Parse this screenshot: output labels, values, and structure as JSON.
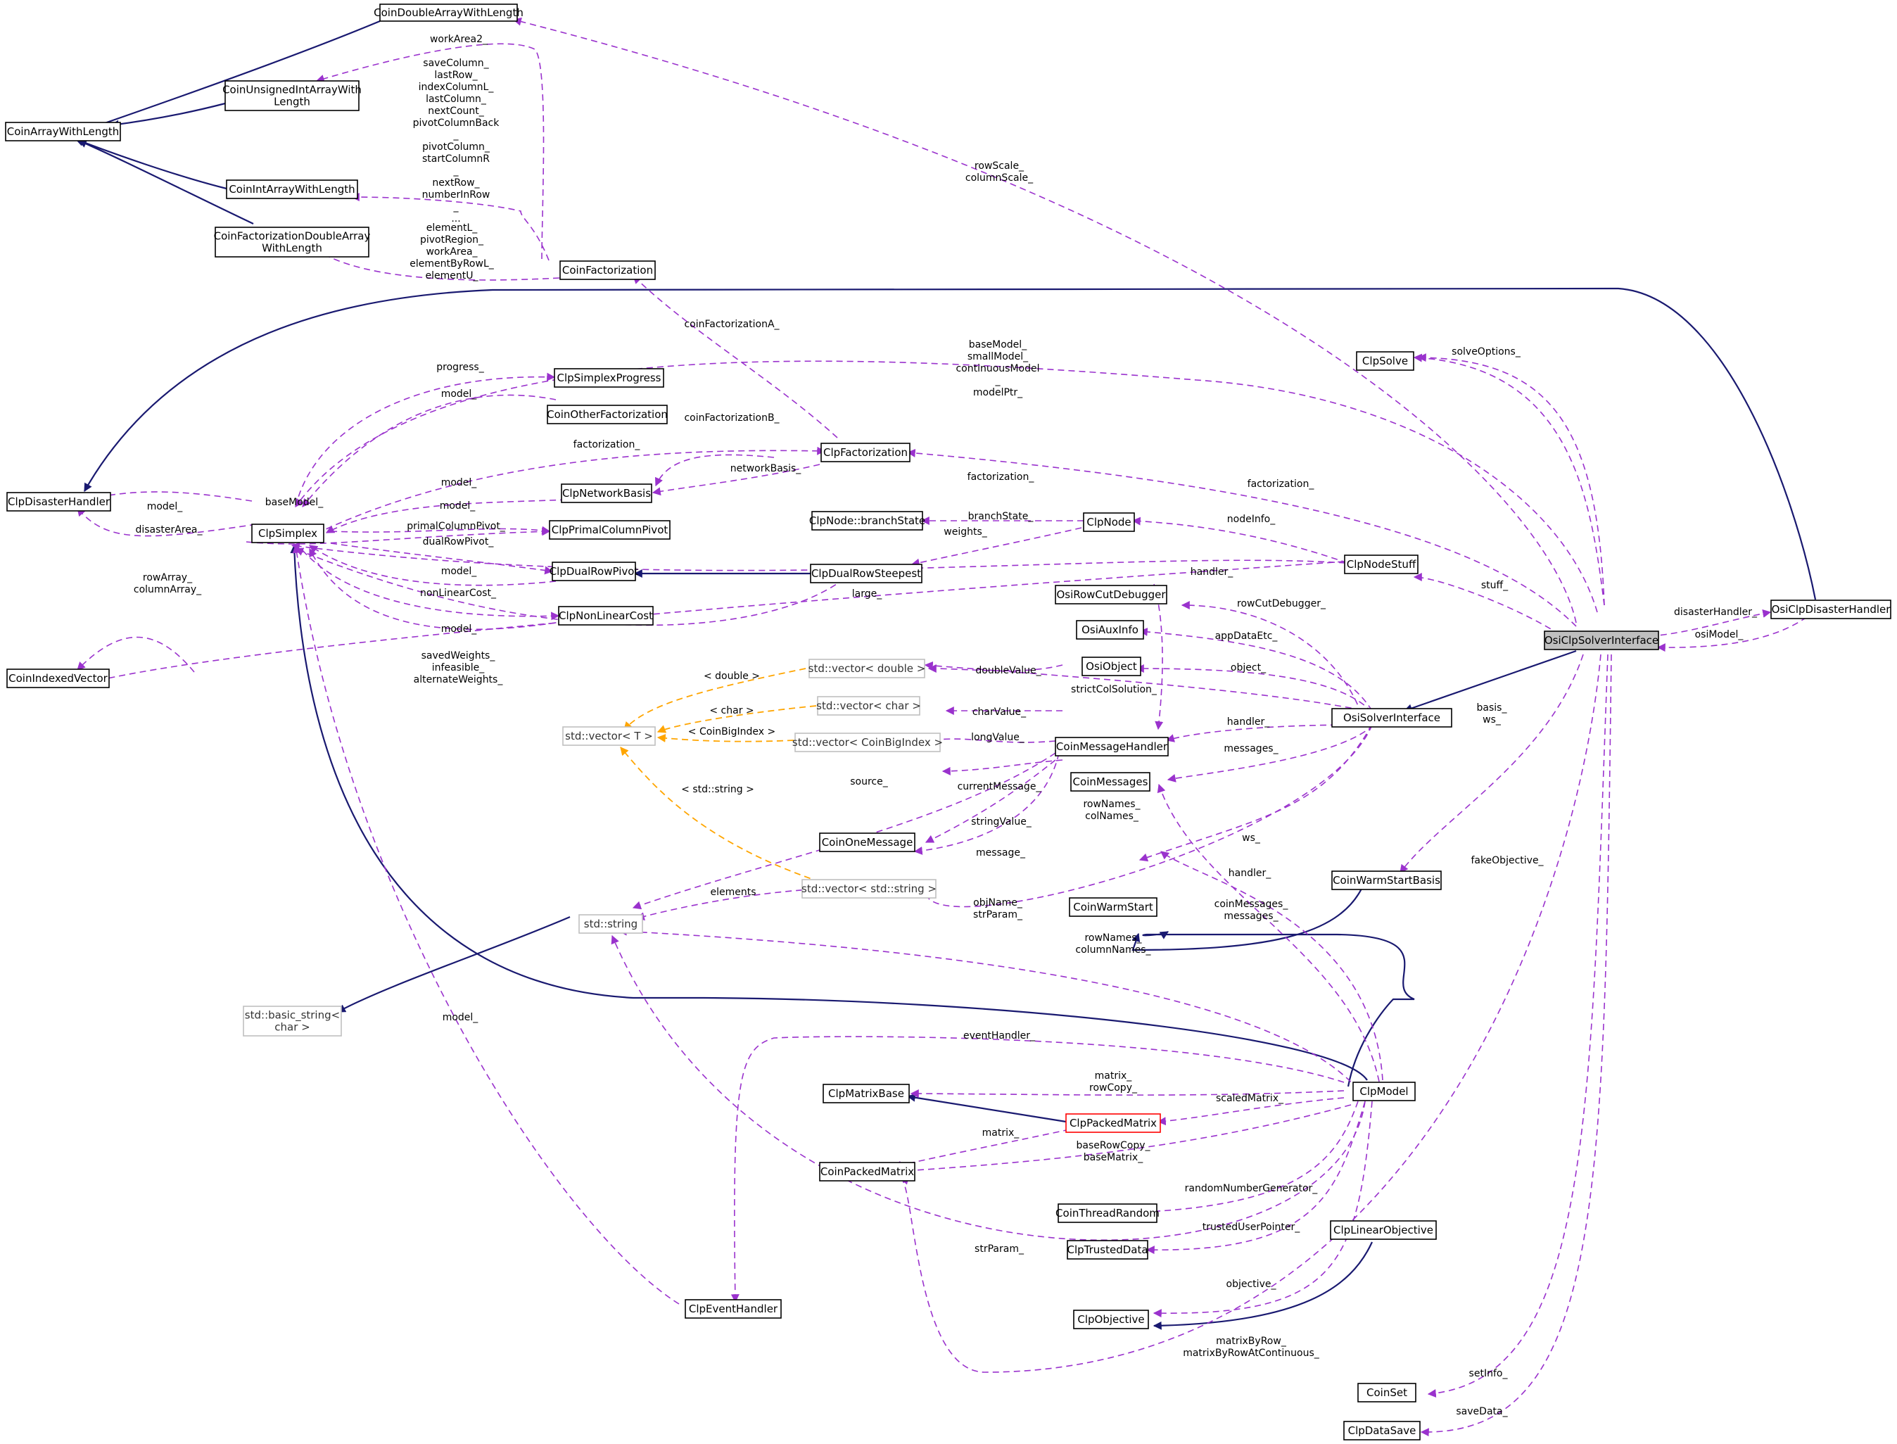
{
  "colors": {
    "inheritance": "#191970",
    "usage": "#9a32cd",
    "template": "#ffa500",
    "focus_fill": "#bfbfbf",
    "external_border": "#bfbfbf",
    "truncated_border": "#ff0000"
  },
  "nodes": {
    "coin_double_array_with_length": [
      "CoinDoubleArrayWithLength"
    ],
    "coin_unsigned_int_array_with_length": [
      "CoinUnsignedIntArrayWith",
      "Length"
    ],
    "coin_array_with_length": [
      "CoinArrayWithLength"
    ],
    "coin_int_array_with_length": [
      "CoinIntArrayWithLength"
    ],
    "coin_factorization_double_array_with_length": [
      "CoinFactorizationDoubleArray",
      "WithLength"
    ],
    "coin_factorization": [
      "CoinFactorization"
    ],
    "clp_solve": [
      "ClpSolve"
    ],
    "clp_simplex_progress": [
      "ClpSimplexProgress"
    ],
    "coin_other_factorization": [
      "CoinOtherFactorization"
    ],
    "clp_factorization": [
      "ClpFactorization"
    ],
    "clp_disaster_handler": [
      "ClpDisasterHandler"
    ],
    "clp_simplex": [
      "ClpSimplex"
    ],
    "clp_network_basis": [
      "ClpNetworkBasis"
    ],
    "clp_primal_column_pivot": [
      "ClpPrimalColumnPivot"
    ],
    "clp_node_branch_state": [
      "ClpNode::branchState"
    ],
    "clp_node": [
      "ClpNode"
    ],
    "clp_dual_row_pivot": [
      "ClpDualRowPivot"
    ],
    "clp_dual_row_steepest": [
      "ClpDualRowSteepest"
    ],
    "clp_node_stuff": [
      "ClpNodeStuff"
    ],
    "osi_clp_disaster_handler": [
      "OsiClpDisasterHandler"
    ],
    "osi_row_cut_debugger": [
      "OsiRowCutDebugger"
    ],
    "clp_non_linear_cost": [
      "ClpNonLinearCost"
    ],
    "osi_aux_info": [
      "OsiAuxInfo"
    ],
    "osi_clp_solver_interface": [
      "OsiClpSolverInterface"
    ],
    "coin_indexed_vector": [
      "CoinIndexedVector"
    ],
    "osi_object": [
      "OsiObject"
    ],
    "std_vector_double": [
      "std::vector< double >"
    ],
    "std_vector_char": [
      "std::vector< char >"
    ],
    "std_vector_t": [
      "std::vector< T >"
    ],
    "std_vector_coin_big_index": [
      "std::vector< CoinBigIndex >"
    ],
    "coin_message_handler": [
      "CoinMessageHandler"
    ],
    "osi_solver_interface": [
      "OsiSolverInterface"
    ],
    "coin_messages": [
      "CoinMessages"
    ],
    "coin_one_message": [
      "CoinOneMessage"
    ],
    "coin_warm_start_basis": [
      "CoinWarmStartBasis"
    ],
    "std_vector_string": [
      "std::vector< std::string >"
    ],
    "coin_warm_start": [
      "CoinWarmStart"
    ],
    "std_string": [
      "std::string"
    ],
    "std_basic_string": [
      "std::basic_string<",
      "char >"
    ],
    "clp_model": [
      "ClpModel"
    ],
    "clp_matrix_base": [
      "ClpMatrixBase"
    ],
    "clp_packed_matrix": [
      "ClpPackedMatrix"
    ],
    "coin_packed_matrix": [
      "CoinPackedMatrix"
    ],
    "coin_thread_random": [
      "CoinThreadRandom"
    ],
    "clp_linear_objective": [
      "ClpLinearObjective"
    ],
    "clp_trusted_data": [
      "ClpTrustedData"
    ],
    "clp_event_handler": [
      "ClpEventHandler"
    ],
    "clp_objective": [
      "ClpObjective"
    ],
    "coin_set": [
      "CoinSet"
    ],
    "clp_data_save": [
      "ClpDataSave"
    ]
  },
  "edge_labels": {
    "work_area2": [
      "workArea2_"
    ],
    "save_column_block": [
      "saveColumn_",
      "lastRow_",
      "indexColumnL_",
      "lastColumn_",
      "nextCount_",
      "pivotColumnBack",
      "_",
      "pivotColumn_",
      "startColumnR",
      "_",
      "nextRow_",
      "numberInRow",
      "_",
      "..."
    ],
    "element_l_block": [
      "elementL_",
      "pivotRegion_",
      "workArea_",
      "elementByRowL_",
      "elementU_"
    ],
    "row_scale": [
      "rowScale_",
      "columnScale_"
    ],
    "coin_factorization_a": [
      "coinFactorizationA_"
    ],
    "base_model_block": [
      "baseModel_",
      "smallModel_",
      "continuousModel",
      "_",
      "modelPtr_"
    ],
    "solve_options": [
      "solveOptions_"
    ],
    "progress": [
      "progress_"
    ],
    "model_progress": [
      "model_"
    ],
    "coin_factorization_b": [
      "coinFactorizationB_"
    ],
    "factorization_simplex": [
      "factorization_"
    ],
    "network_basis": [
      "networkBasis_"
    ],
    "factorization_osi": [
      "factorization_"
    ],
    "model_disaster": [
      "model_"
    ],
    "base_model_self": [
      "baseModel_"
    ],
    "model_network": [
      "model_"
    ],
    "model_primal": [
      "model_"
    ],
    "primal_column_pivot": [
      "primalColumnPivot_"
    ],
    "disaster_area": [
      "disasterArea_"
    ],
    "factorization_node": [
      "factorization_"
    ],
    "branch_state": [
      "branchState_"
    ],
    "weights": [
      "weights_"
    ],
    "node_info": [
      "nodeInfo_"
    ],
    "dual_row_pivot": [
      "dualRowPivot_"
    ],
    "model_dual": [
      "model_"
    ],
    "row_array": [
      "rowArray_",
      "columnArray_"
    ],
    "handler_stuff": [
      "handler_"
    ],
    "large": [
      "large_"
    ],
    "stuff": [
      "stuff_"
    ],
    "row_cut_debugger": [
      "rowCutDebugger_"
    ],
    "disaster_handler": [
      "disasterHandler_"
    ],
    "osi_model": [
      "osiModel_"
    ],
    "non_linear_cost": [
      "nonLinearCost_"
    ],
    "model_nlc": [
      "model_"
    ],
    "saved_weights": [
      "savedWeights_",
      "infeasible_",
      "alternateWeights_"
    ],
    "app_data_etc": [
      "appDataEtc_"
    ],
    "tpl_double": [
      "< double >"
    ],
    "double_value": [
      "doubleValue_"
    ],
    "object": [
      "object_"
    ],
    "strict_col_solution": [
      "strictColSolution_"
    ],
    "tpl_char": [
      "< char >"
    ],
    "char_value": [
      "charValue_"
    ],
    "basis_ws": [
      "basis_",
      "ws_"
    ],
    "tpl_big_index": [
      "< CoinBigIndex >"
    ],
    "long_value": [
      "longValue_"
    ],
    "handler_osi": [
      "handler_"
    ],
    "messages_osi": [
      "messages_"
    ],
    "tpl_string": [
      "< std::string >"
    ],
    "source": [
      "source_"
    ],
    "current_message": [
      "currentMessage_"
    ],
    "row_names_col_names": [
      "rowNames_",
      "colNames_"
    ],
    "string_value": [
      "stringValue_"
    ],
    "fake_objective": [
      "fakeObjective_"
    ],
    "ws": [
      "ws_"
    ],
    "message": [
      "message_"
    ],
    "handler_model": [
      "handler_"
    ],
    "elements": [
      "elements"
    ],
    "obj_name": [
      "objName_",
      "strParam_"
    ],
    "coin_messages_block": [
      "coinMessages_",
      "messages_"
    ],
    "row_names_column_names": [
      "rowNames_",
      "columnNames_"
    ],
    "model_event": [
      "model_"
    ],
    "event_handler": [
      "eventHandler_"
    ],
    "matrix_row_copy": [
      "matrix_",
      "rowCopy_"
    ],
    "scaled_matrix": [
      "scaledMatrix_"
    ],
    "matrix_packed": [
      "matrix_"
    ],
    "base_row_copy": [
      "baseRowCopy_",
      "baseMatrix_"
    ],
    "random_number_generator": [
      "randomNumberGenerator_"
    ],
    "trusted_user_pointer": [
      "trustedUserPointer_"
    ],
    "str_param": [
      "strParam_"
    ],
    "objective": [
      "objective_"
    ],
    "matrix_by_row": [
      "matrixByRow_",
      "matrixByRowAtContinuous_"
    ],
    "set_info": [
      "setInfo_"
    ],
    "save_data": [
      "saveData_"
    ]
  }
}
